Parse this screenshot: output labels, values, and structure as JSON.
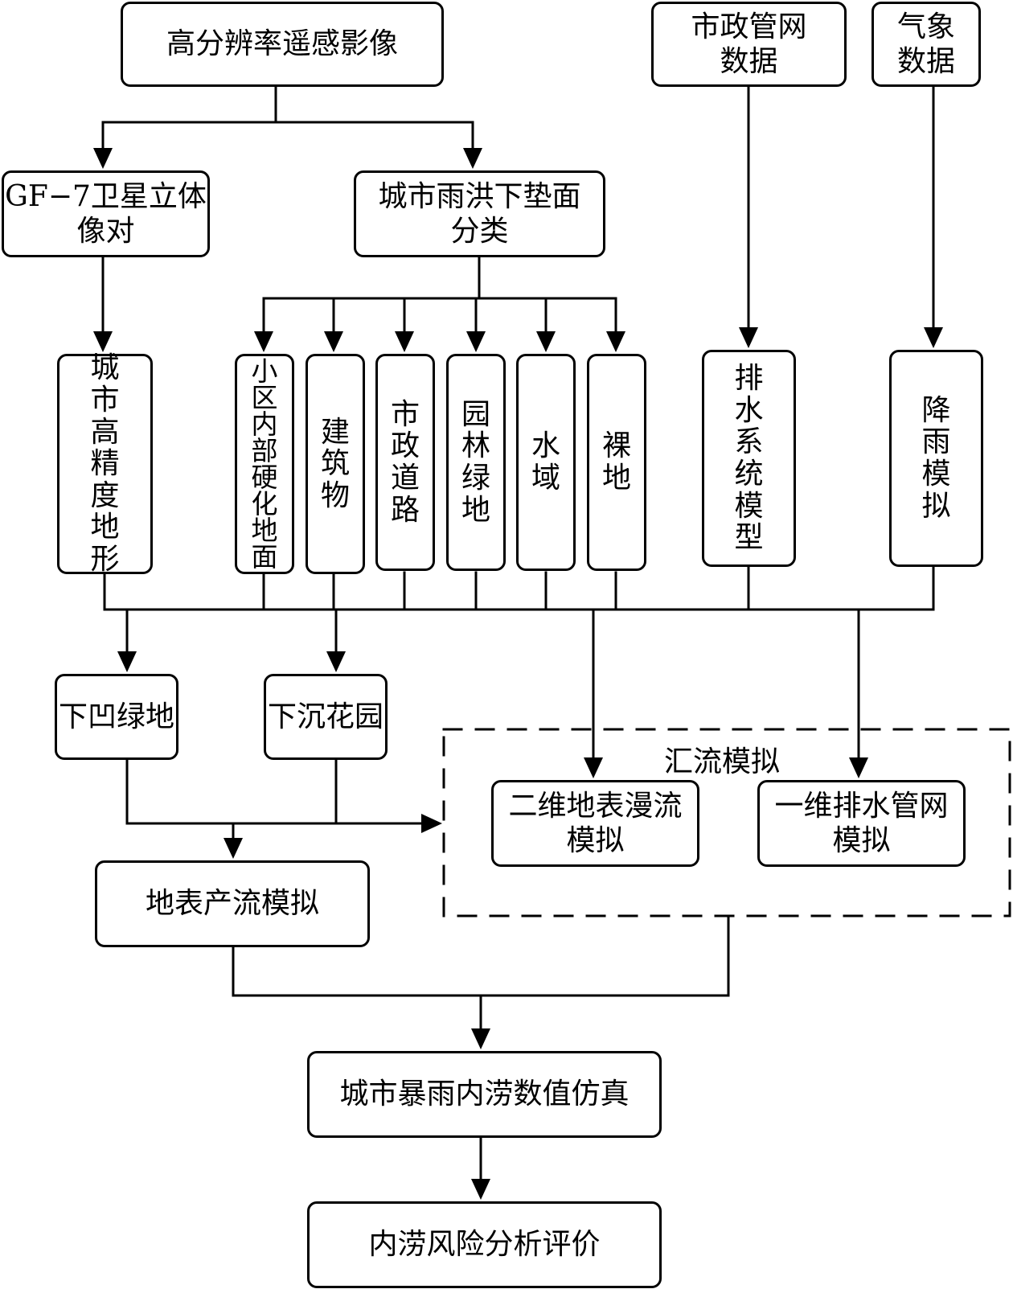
{
  "diagram": {
    "type": "flowchart",
    "nodes": {
      "hr_imagery": "高分辨率遥感影像",
      "gf7_stereo": "GF−7卫星立体\n像对",
      "underlying_surface": "城市雨洪下垫面\n分类",
      "municipal_pipe_data": "市政管网\n数据",
      "meteorological_data": "气象\n数据",
      "urban_dem": "城市高精度地形",
      "community_hardened": "小区内部硬化地面",
      "buildings": "建筑物",
      "municipal_roads": "市政道路",
      "green_space": "园林绿地",
      "water_area": "水域",
      "bare_land": "裸地",
      "drainage_model": "排水系统模型",
      "rainfall_sim": "降雨模拟",
      "sunken_greenland": "下凹绿地",
      "sunken_garden": "下沉花园",
      "surface_runoff": "地表产流模拟",
      "confluence_group": "汇流模拟",
      "overland_2d": "二维地表漫流\n模拟",
      "pipe_1d": "一维排水管网\n模拟",
      "waterlogging_sim": "城市暴雨内涝数值仿真",
      "risk_eval": "内涝风险分析评价"
    },
    "edges": [
      [
        "hr_imagery",
        "gf7_stereo"
      ],
      [
        "hr_imagery",
        "underlying_surface"
      ],
      [
        "gf7_stereo",
        "urban_dem"
      ],
      [
        "underlying_surface",
        "community_hardened"
      ],
      [
        "underlying_surface",
        "buildings"
      ],
      [
        "underlying_surface",
        "municipal_roads"
      ],
      [
        "underlying_surface",
        "green_space"
      ],
      [
        "underlying_surface",
        "water_area"
      ],
      [
        "underlying_surface",
        "bare_land"
      ],
      [
        "municipal_pipe_data",
        "drainage_model"
      ],
      [
        "meteorological_data",
        "rainfall_sim"
      ],
      [
        "layer_bus",
        "sunken_greenland"
      ],
      [
        "layer_bus",
        "sunken_garden"
      ],
      [
        "layer_bus",
        "overland_2d"
      ],
      [
        "layer_bus",
        "pipe_1d"
      ],
      [
        "sunken_greenland",
        "surface_runoff"
      ],
      [
        "sunken_garden",
        "surface_runoff"
      ],
      [
        "sunken_garden",
        "confluence_group"
      ],
      [
        "surface_runoff",
        "waterlogging_sim"
      ],
      [
        "confluence_group",
        "waterlogging_sim"
      ],
      [
        "waterlogging_sim",
        "risk_eval"
      ]
    ]
  }
}
